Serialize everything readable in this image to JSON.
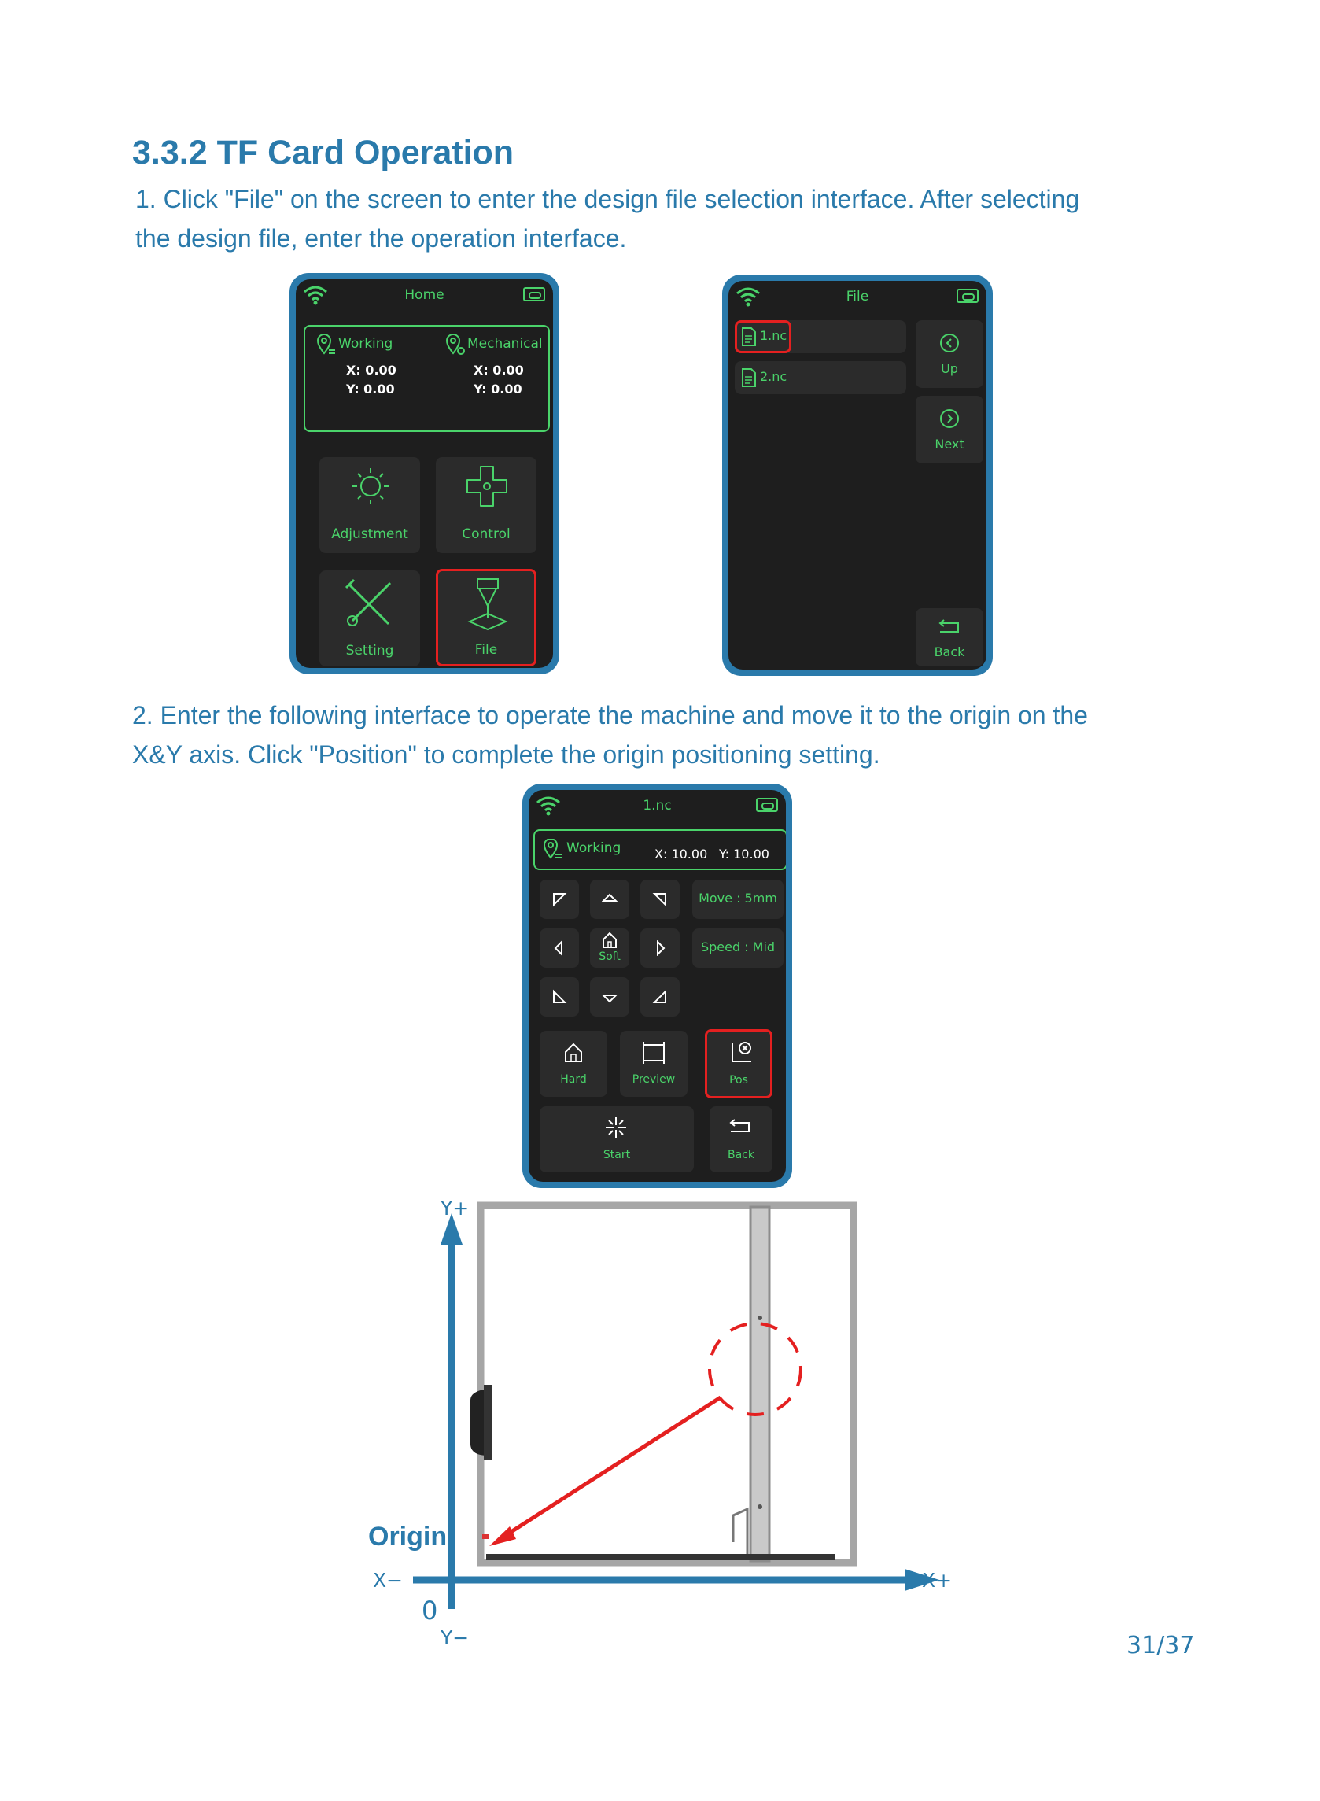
{
  "section": {
    "title": "3.3.2 TF Card Operation",
    "step1_line1": "1. Click \"File\" on the screen to enter the design file selection interface. After selecting",
    "step1_line2": "the design file, enter the operation interface.",
    "step2_line1": "2. Enter the following interface to operate the machine and move it to the origin on the",
    "step2_line2": "X&Y axis. Click \"Position\" to complete the origin positioning setting."
  },
  "home_screen": {
    "title": "Home",
    "working": {
      "label": "Working",
      "x": "X: 0.00",
      "y": "Y: 0.00"
    },
    "mechanical": {
      "label": "Mechanical",
      "x": "X: 0.00",
      "y": "Y: 0.00"
    },
    "tiles": {
      "adjustment": "Adjustment",
      "control": "Control",
      "setting": "Setting",
      "file": "File"
    }
  },
  "file_screen": {
    "title": "File",
    "files": [
      "1.nc",
      "2.nc"
    ],
    "up": "Up",
    "next": "Next",
    "back": "Back"
  },
  "job_screen": {
    "title": "1.nc",
    "working_label": "Working",
    "x": "X: 10.00",
    "y": "Y: 10.00",
    "move": "Move : 5mm",
    "speed": "Speed : Mid",
    "soft": "Soft",
    "hard": "Hard",
    "preview": "Preview",
    "pos": "Pos",
    "start": "Start",
    "back": "Back"
  },
  "diagram": {
    "y_plus": "Y+",
    "y_minus": "Y−",
    "x_plus": "X+",
    "x_minus": "X−",
    "origin": "Origin",
    "zero": "0"
  },
  "page_number": "31/37",
  "colors": {
    "accent": "#2a7aab",
    "screen_green": "#4ad36a",
    "highlight_red": "#e42020"
  }
}
